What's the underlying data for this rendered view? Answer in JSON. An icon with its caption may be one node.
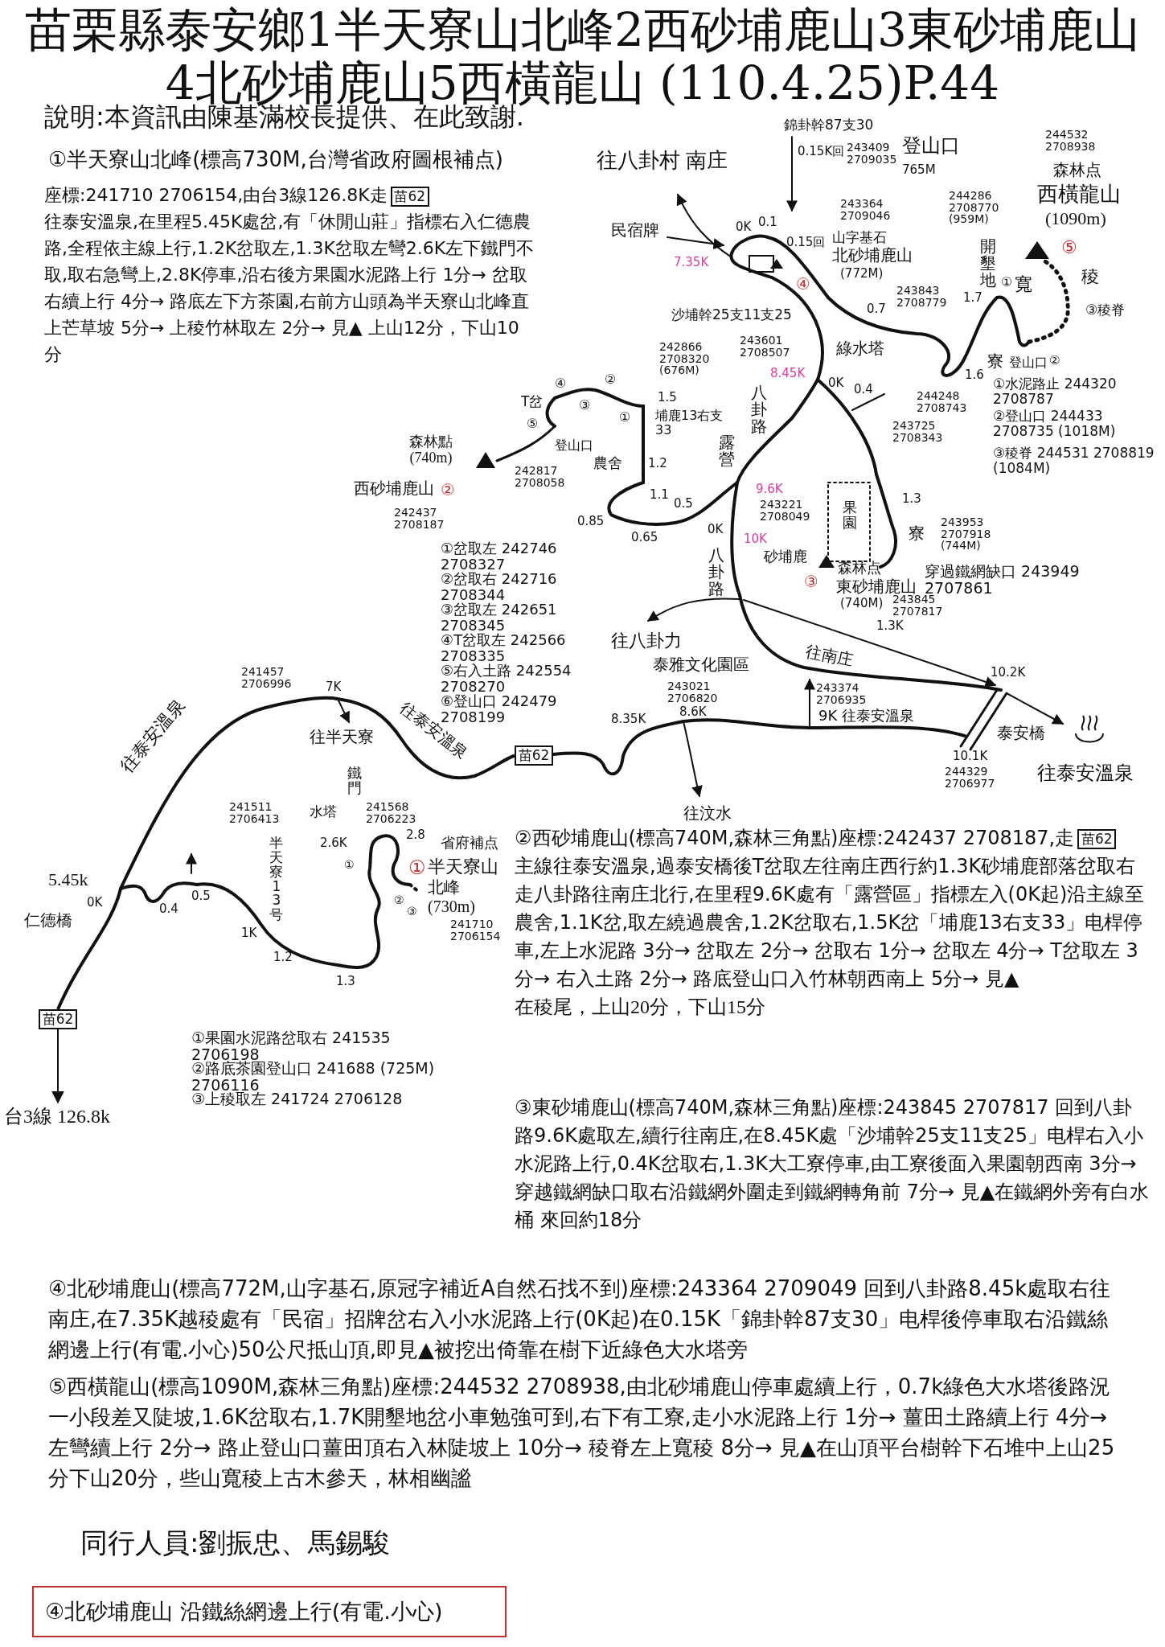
{
  "diagram": {
    "title": "苗栗縣泰安鄉1半天寮山北峰2西砂埔鹿山3東砂埔鹿山4北砂埔鹿山5西橫龍山 (110.4.25)P.44",
    "nodes": [
      {
        "text": [
          "苗62"
        ]
      },
      {
        "text": [
          "苗62"
        ]
      },
      {
        "text": [
          "苗62"
        ]
      },
      {
        "text": [
          "苗62"
        ]
      },
      {
        "text": [
          "台3線 126.8k"
        ]
      },
      {
        "text": [
          "④北砂埔鹿山 沿鐵絲網邊上行(有電.小心)"
        ]
      }
    ],
    "edges": [
      {
        "from": 3,
        "to": 4,
        "arrow": "to"
      },
      {
        "from": 3,
        "to": 1,
        "arrow": "none"
      }
    ],
    "labels": [
      "說明:本資訊由陳基滿校長提供、在此致謝.",
      "①半天寮山北峰(標高730M,台灣省政府圖根補点)",
      "座標:241710 2706154,由台3線126.8K走",
      "往泰安溫泉,在里程5.45K處岔,有「休閒山莊」指標右入仁德農路,全程依主線上行,1.2K岔取左,1.3K岔取左彎2.6K左下鐵門不取,取右急彎上,2.8K停車,沿右後方果園水泥路上行 1分→ 岔取右續上行 4分→ 路底左下方茶園,右前方山頭為半天寮山北峰直上芒草坡 5分→ 上稜竹林取左 2分→ 見▲ 上山12分，下山10分",
      "錦卦幹87支30",
      "往八卦村 南庄",
      "0.15K回",
      "243409 2709035",
      "登山口",
      "765M",
      "244532 2708938",
      "森林点",
      "西橫龍山",
      "(1090m)",
      "⑤",
      "243364 2709046",
      "民宿牌",
      "0.1",
      "0K",
      "0.15回",
      "山字基石",
      "北砂埔鹿山",
      "(772M)",
      "7.35K",
      "④",
      "244286 2708770 (959M)",
      "243843 2708779",
      "0.7",
      "開墾地",
      "1.7",
      "①",
      "寬",
      "稜",
      "③稜脊",
      "沙埔幹25支11支25",
      "綠水塔",
      "1.6",
      "寮",
      "②",
      "登山口",
      "242866 2708320 (676M)",
      "243601 2708507",
      "8.45K",
      "0K",
      "244248 2708743",
      "①水泥路止 244320 2708787",
      "②登山口 244433 2708735 (1018M)",
      "③稜脊 244531 2708819 (1084M)",
      "露營",
      "八卦路",
      "0.4",
      "243725 2708343",
      "1.5",
      "埔鹿13右支33",
      "T岔",
      "④",
      "③",
      "②",
      "①",
      "⑤",
      "登山口",
      "森林點 (740m)",
      "西砂埔鹿山",
      "②",
      "242817 2708058",
      "農舍",
      "1.2",
      "1.1",
      "0.85",
      "0.65",
      "0.5",
      "9.6K",
      "0K",
      "243221 2708049",
      "果園",
      "1.3",
      "寮",
      "243953 2707918 (744M)",
      "10K",
      "八卦路",
      "砂埔鹿",
      "③",
      "森林点",
      "東砂埔鹿山",
      "(740M)",
      "243845 2707817",
      "穿過鐵網缺口 243949 2707861",
      "242437 2708187",
      "①岔取左 242746 2708327",
      "②岔取右 242716 2708344",
      "③岔取左 242651 2708345",
      "④T岔取左 242566 2708335",
      "⑤右入土路 242554 2708270",
      "⑥登山口 242479 2708199",
      "往八卦力",
      "往南庄",
      "1.3K",
      "泰雅文化園區",
      "10.2K",
      "243374 2706935",
      "9K 往泰安溫泉",
      "243021 2706820",
      "8.35K",
      "8.6K",
      "泰安橋",
      "10.1K",
      "244329 2706977",
      "往泰安溫泉",
      "往汶水",
      "241457 2706996",
      "7K",
      "往泰安溫泉",
      "往半天寮",
      "往泰安溫泉",
      "鐵門",
      "241511 2706413",
      "水塔",
      "241568 2706223",
      "2.6K",
      "省府補点",
      "2.8",
      "①",
      "①",
      "半天寮山",
      "北峰",
      "(730m)",
      "241710 2706154",
      "②",
      "③",
      "半天寮13号",
      "5.45k",
      "0K",
      "0.4",
      "0.5",
      "仁德橋",
      "1K",
      "1.2",
      "1.3",
      "①果園水泥路岔取右 241535 2706198",
      "②路底茶園登山口 241688 (725M) 2706116",
      "③上稜取左 241724 2706128",
      "②西砂埔鹿山(標高740M,森林三角點)座標:242437 2708187,走",
      "主線往泰安溫泉,過泰安橋後T岔取左往南庄西行約1.3K砂埔鹿部落岔取右走八卦路往南庄北行,在里程9.6K處有「露營區」指標左入(0K起)沿主線至農舍,1.1K岔,取左繞過農舍,1.2K岔取右,1.5K岔「埔鹿13右支33」电桿停車,左上水泥路 3分→ 岔取左 2分→ 岔取右 1分→ 岔取左 4分→ T岔取左 3分→ 右入土路 2分→ 路底登山口入竹林朝西南上 5分→ 見▲",
      "在稜尾，上山20分，下山15分",
      "③東砂埔鹿山(標高740M,森林三角點)座標:243845 2707817 回到八卦路9.6K處取左,續行往南庄,在8.45K處「沙埔幹25支11支25」电桿右入小水泥路上行,0.4K岔取右,1.3K大工寮停車,由工寮後面入果園朝西南 3分→ 穿越鐵網缺口取右沿鐵網外圍走到鐵網轉角前 7分→ 見▲在鐵網外旁有白水桶 來回約18分",
      "④北砂埔鹿山(標高772M,山字基石,原冠字補近A自然石找不到)座標:243364 2709049 回到八卦路8.45k處取右往南庄,在7.35K越稜處有「民宿」招牌岔右入小水泥路上行(0K起)在0.15K「錦卦幹87支30」电桿後停車取右沿鐵絲網邊上行(有電.小心)50公尺抵山頂,即見▲被挖出倚靠在樹下近綠色大水塔旁",
      "⑤西橫龍山(標高1090M,森林三角點)座標:244532 2708938,由北砂埔鹿山停車處續上行，0.7k綠色大水塔後路況一小段差又陡坡,1.6K岔取右,1.7K開墾地岔小車勉強可到,右下有工寮,走小水泥路上行 1分→ 薑田土路續上行 4分→ 左彎續上行 2分→ 路止登山口薑田頂右入林陡坡上 10分→ 稜脊左上寬稜 8分→ 見▲在山頂平台樹幹下石堆中上山25分下山20分，些山寬稜上古木參天，林相幽謐",
      "同行人員:劉振忠、馬錫駿"
    ]
  }
}
